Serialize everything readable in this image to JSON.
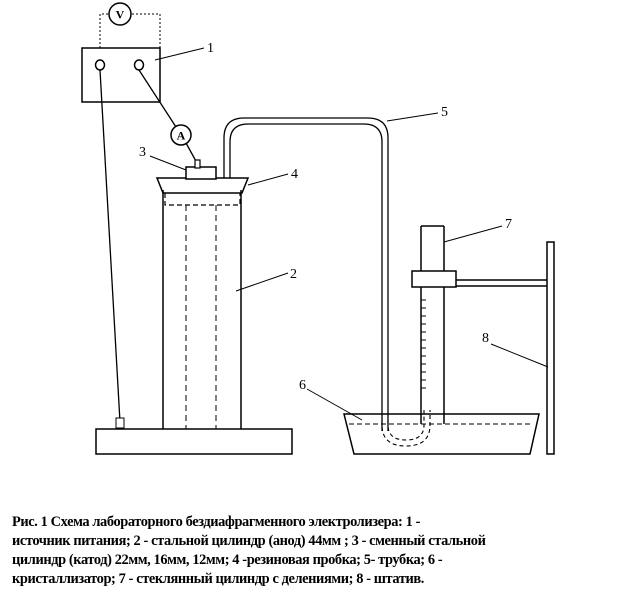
{
  "diagram": {
    "voltmeter_symbol": "V",
    "ammeter_symbol": "A",
    "labels": [
      "1",
      "2",
      "3",
      "4",
      "5",
      "6",
      "7",
      "8"
    ]
  },
  "caption": {
    "lines": [
      "Рис. 1 Схема лабораторного бездиафрагменного электролизера: 1 -",
      "источник питания; 2 - стальной цилиндр (анод) 44мм ; 3 - сменный стальной",
      "цилиндр (катод) 22мм, 16мм, 12мм; 4 -резиновая пробка; 5- трубка; 6 -",
      "кристаллизатор; 7 - стеклянный цилиндр с делениями; 8 - штатив."
    ]
  }
}
